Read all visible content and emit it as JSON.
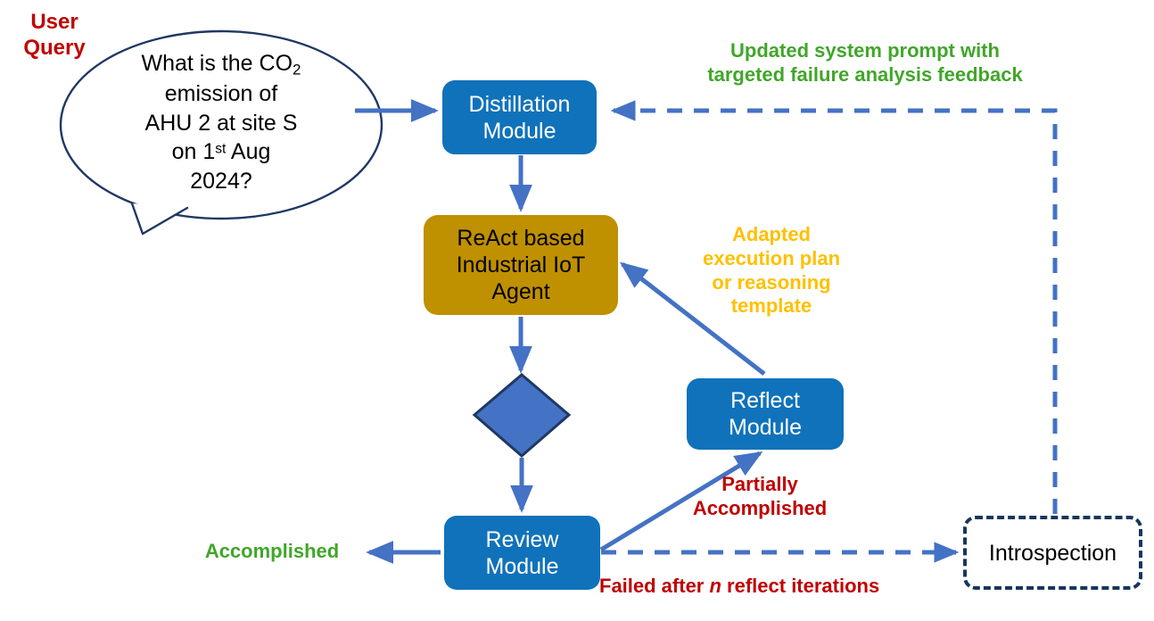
{
  "diagram": {
    "title": "ReAct based Industrial IoT Agent reflection loop",
    "colors": {
      "blue_box": "#1072BA",
      "gold_box": "#BF9000",
      "diamond_fill": "#4472C4",
      "diamond_stroke": "#1F3864",
      "arrow": "#4472C4",
      "dashed_box_border": "#17365D",
      "bubble_stroke": "#1F3864",
      "red_text": "#C00000",
      "green_text": "#41A62A",
      "amber_text": "#FFC000",
      "background": "#FFFFFF"
    }
  },
  "query_label": {
    "line1": "User",
    "line2": "Query"
  },
  "speech_bubble": {
    "line1_pre": "What is the CO",
    "line1_sub": "2",
    "line2": "emission of",
    "line3": "AHU 2 at site S",
    "line4_pre": "on 1",
    "line4_sup": "st",
    "line4_post": " Aug",
    "line5": "2024?"
  },
  "nodes": {
    "distillation": {
      "line1": "Distillation",
      "line2": "Module"
    },
    "react_agent": {
      "line1": "ReAct based",
      "line2": "Industrial IoT",
      "line3": "Agent"
    },
    "decision": {
      "label": ""
    },
    "reflect": {
      "line1": "Reflect",
      "line2": "Module"
    },
    "review": {
      "line1": "Review",
      "line2": "Module"
    },
    "introspection": {
      "label": "Introspection"
    }
  },
  "edge_labels": {
    "feedback": {
      "line1": "Updated system prompt with",
      "line2": "targeted failure analysis feedback"
    },
    "adapted_plan": {
      "line1": "Adapted",
      "line2": "execution plan",
      "line3": "or reasoning",
      "line4": "template"
    },
    "accomplished": {
      "text": "Accomplished"
    },
    "partially_accomplished": {
      "line1": "Partially",
      "line2": "Accomplished"
    },
    "failed": {
      "pre": "Failed after ",
      "em": "n",
      "post": " reflect iterations"
    }
  }
}
